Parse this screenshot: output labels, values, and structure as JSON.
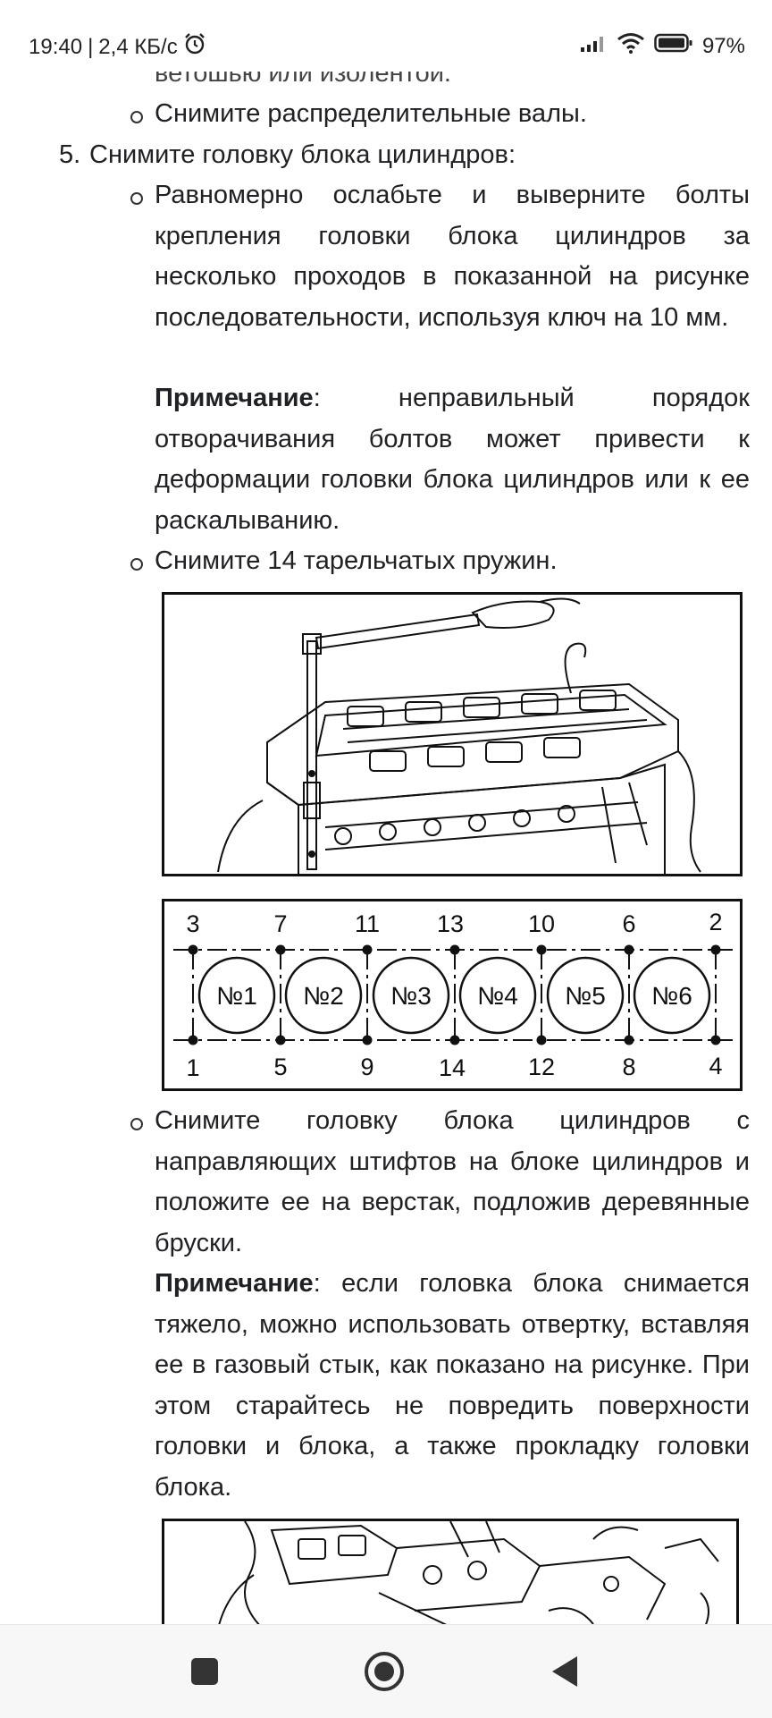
{
  "status": {
    "time": "19:40",
    "separator": "|",
    "speed": "2,4 КБ/с",
    "battery": "97%"
  },
  "content": {
    "cut_line": "ветошью или изолентой.",
    "bullet_camshafts": "Снимите распределительные валы.",
    "step5_number": "5.",
    "step5_text": "Снимите головку блока цилиндров:",
    "bullet_loosen": "Равномерно ослабьте и выверните болты крепления головки блока цилиндров за несколько проходов в показанной на рисунке последовательности, используя ключ на 10 мм.",
    "note1_label": "Примечание",
    "note1_text": ": неправильный порядок отворачивания болтов может привести к деформации головки блока цилиндров или к ее раскалыванию.",
    "bullet_springs": "Снимите 14 тарельчатых пружин.",
    "bullet_remove_head": "Снимите головку блока цилиндров с направляющих штифтов на блоке цилиндров и положите ее на верстак, подложив деревянные бруски.",
    "note2_label": "Примечание",
    "note2_text": ": если головка блока снимается тяжело, можно использовать отвертку, вставляя ее в газовый стык, как показано на рисунке. При этом старайтесь не повредить поверхности головки и блока, а также прокладку головки блока."
  },
  "bolt_diagram": {
    "top_numbers": [
      "3",
      "7",
      "11",
      "13",
      "10",
      "6",
      "2"
    ],
    "bottom_numbers": [
      "1",
      "5",
      "9",
      "14",
      "12",
      "8",
      "4"
    ],
    "cylinders": [
      "№1",
      "№2",
      "№3",
      "№4",
      "№5",
      "№6"
    ]
  },
  "icons": {
    "alarm": "alarm-icon",
    "signal": "signal-icon",
    "wifi": "wifi-icon",
    "battery": "battery-icon",
    "recents": "recents-square-icon",
    "home": "home-circle-icon",
    "back": "back-triangle-icon"
  }
}
